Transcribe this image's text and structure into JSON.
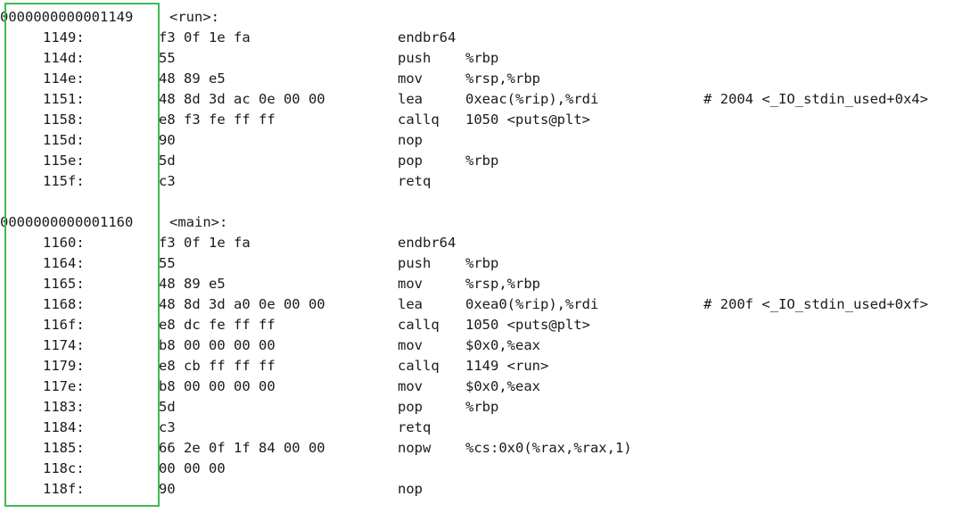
{
  "colors": {
    "highlight_border": "#3dba55",
    "text": "#1a1a1a",
    "background": "#ffffff"
  },
  "functions": [
    {
      "address": "0000000000001149",
      "label": "<run>:",
      "instructions": [
        {
          "addr": "1149:",
          "bytes": "f3 0f 1e fa",
          "mnemonic": "endbr64",
          "operands": "",
          "comment": ""
        },
        {
          "addr": "114d:",
          "bytes": "55",
          "mnemonic": "push",
          "operands": "%rbp",
          "comment": ""
        },
        {
          "addr": "114e:",
          "bytes": "48 89 e5",
          "mnemonic": "mov",
          "operands": "%rsp,%rbp",
          "comment": ""
        },
        {
          "addr": "1151:",
          "bytes": "48 8d 3d ac 0e 00 00",
          "mnemonic": "lea",
          "operands": "0xeac(%rip),%rdi",
          "comment": "# 2004 <_IO_stdin_used+0x4>"
        },
        {
          "addr": "1158:",
          "bytes": "e8 f3 fe ff ff",
          "mnemonic": "callq",
          "operands": "1050 <puts@plt>",
          "comment": ""
        },
        {
          "addr": "115d:",
          "bytes": "90",
          "mnemonic": "nop",
          "operands": "",
          "comment": ""
        },
        {
          "addr": "115e:",
          "bytes": "5d",
          "mnemonic": "pop",
          "operands": "%rbp",
          "comment": ""
        },
        {
          "addr": "115f:",
          "bytes": "c3",
          "mnemonic": "retq",
          "operands": "",
          "comment": ""
        }
      ]
    },
    {
      "address": "0000000000001160",
      "label": "<main>:",
      "instructions": [
        {
          "addr": "1160:",
          "bytes": "f3 0f 1e fa",
          "mnemonic": "endbr64",
          "operands": "",
          "comment": ""
        },
        {
          "addr": "1164:",
          "bytes": "55",
          "mnemonic": "push",
          "operands": "%rbp",
          "comment": ""
        },
        {
          "addr": "1165:",
          "bytes": "48 89 e5",
          "mnemonic": "mov",
          "operands": "%rsp,%rbp",
          "comment": ""
        },
        {
          "addr": "1168:",
          "bytes": "48 8d 3d a0 0e 00 00",
          "mnemonic": "lea",
          "operands": "0xea0(%rip),%rdi",
          "comment": "# 200f <_IO_stdin_used+0xf>"
        },
        {
          "addr": "116f:",
          "bytes": "e8 dc fe ff ff",
          "mnemonic": "callq",
          "operands": "1050 <puts@plt>",
          "comment": ""
        },
        {
          "addr": "1174:",
          "bytes": "b8 00 00 00 00",
          "mnemonic": "mov",
          "operands": "$0x0,%eax",
          "comment": ""
        },
        {
          "addr": "1179:",
          "bytes": "e8 cb ff ff ff",
          "mnemonic": "callq",
          "operands": "1149 <run>",
          "comment": ""
        },
        {
          "addr": "117e:",
          "bytes": "b8 00 00 00 00",
          "mnemonic": "mov",
          "operands": "$0x0,%eax",
          "comment": ""
        },
        {
          "addr": "1183:",
          "bytes": "5d",
          "mnemonic": "pop",
          "operands": "%rbp",
          "comment": ""
        },
        {
          "addr": "1184:",
          "bytes": "c3",
          "mnemonic": "retq",
          "operands": "",
          "comment": ""
        },
        {
          "addr": "1185:",
          "bytes": "66 2e 0f 1f 84 00 00",
          "mnemonic": "nopw",
          "operands": "%cs:0x0(%rax,%rax,1)",
          "comment": ""
        },
        {
          "addr": "118c:",
          "bytes": "00 00 00",
          "mnemonic": "",
          "operands": "",
          "comment": ""
        },
        {
          "addr": "118f:",
          "bytes": "90",
          "mnemonic": "nop",
          "operands": "",
          "comment": ""
        }
      ]
    }
  ]
}
